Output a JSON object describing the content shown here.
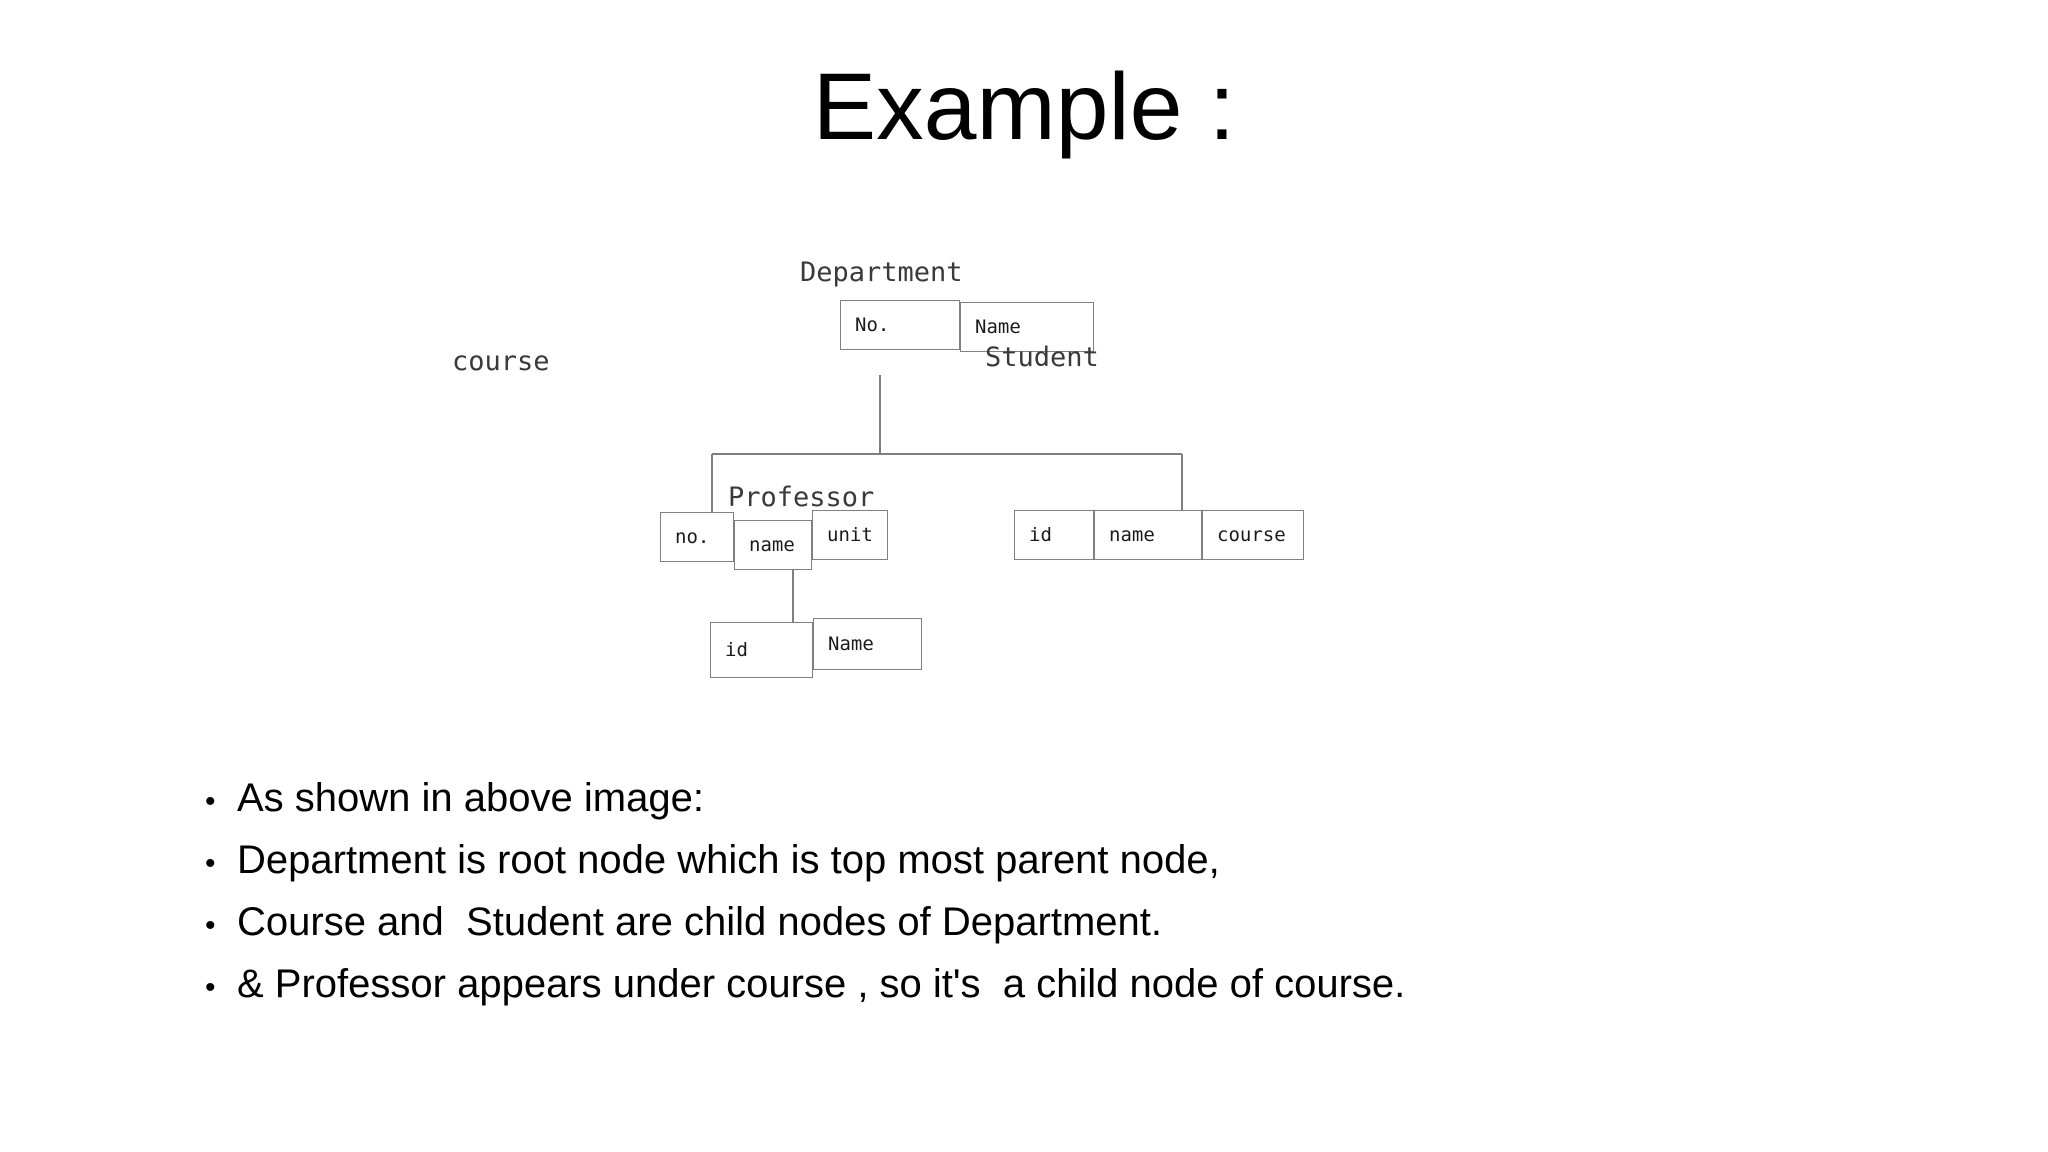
{
  "slide": {
    "title": "Example :"
  },
  "diagram": {
    "type": "hierarchical-tree",
    "nodes": [
      {
        "id": "department",
        "label": "Department",
        "label_position": "above",
        "fields": [
          "No.",
          "Name"
        ]
      },
      {
        "id": "course",
        "label": "course",
        "label_position": "left",
        "fields": [
          "no.",
          "name",
          "unit"
        ]
      },
      {
        "id": "student",
        "label": "Student",
        "label_position": "right",
        "fields": [
          "id",
          "name",
          "course"
        ]
      },
      {
        "id": "professor",
        "label": "Professor",
        "label_position": "right",
        "fields": [
          "id",
          "Name"
        ]
      }
    ],
    "edges": [
      {
        "from": "department",
        "to": "course"
      },
      {
        "from": "department",
        "to": "student"
      },
      {
        "from": "course",
        "to": "professor"
      }
    ],
    "line_color": "#808080"
  },
  "bullets": [
    {
      "marker": "•",
      "text": "As shown in above image:"
    },
    {
      "marker": "•",
      "text": "Department is root node which is top most parent node,"
    },
    {
      "marker": "•",
      "text": "Course and  Student are child nodes of Department."
    },
    {
      "marker": "•",
      "text": "& Professor appears under course , so it's  a child node of course."
    }
  ]
}
